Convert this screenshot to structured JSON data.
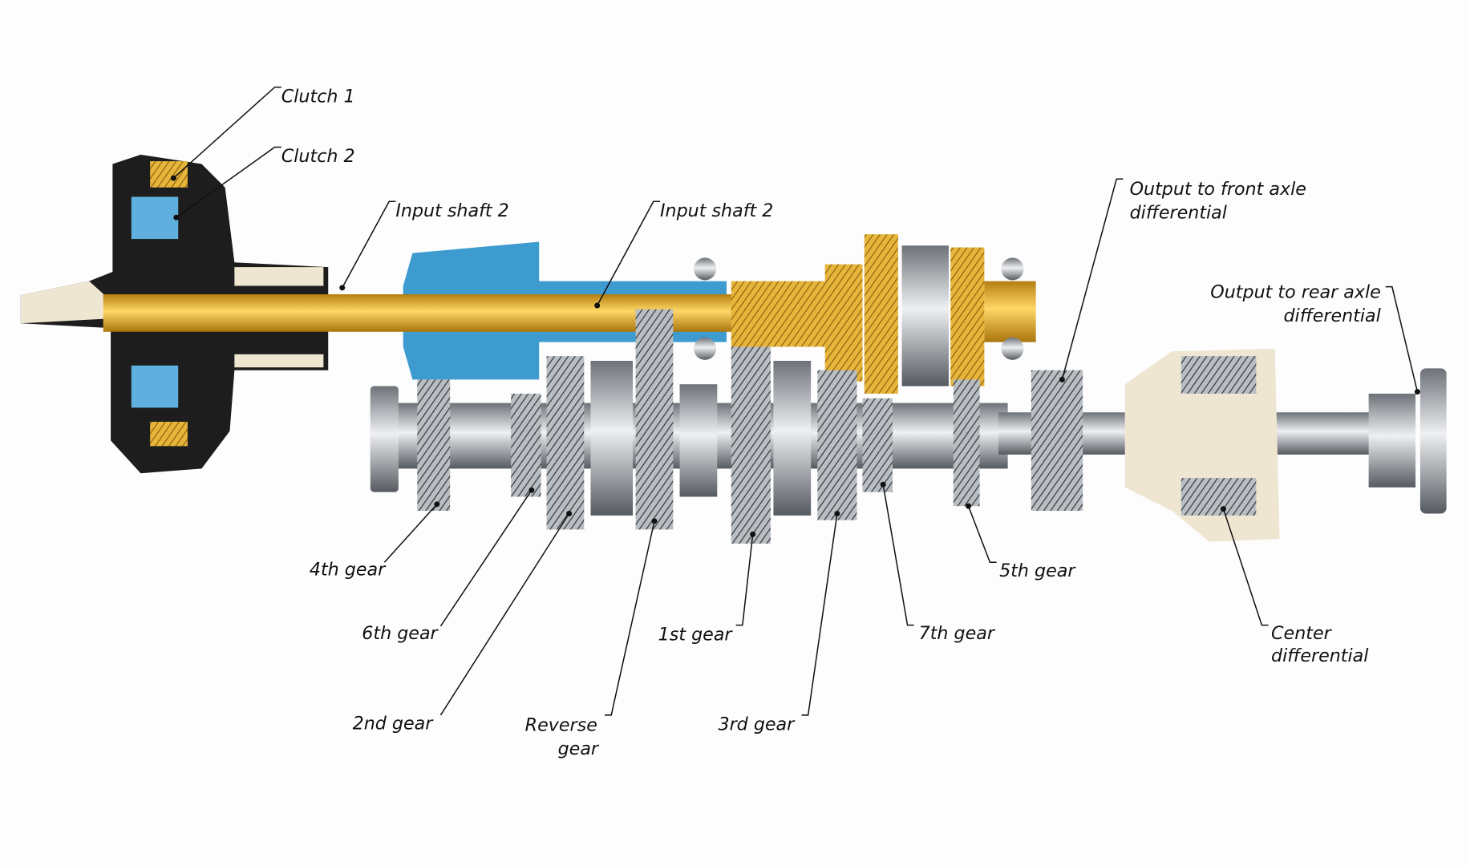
{
  "title": "Dual-clutch transmission cutaway",
  "labels": {
    "clutch1": "Clutch 1",
    "clutch2": "Clutch 2",
    "input_shaft_a": "Input shaft 2",
    "input_shaft_b": "Input shaft 2",
    "front_output_l1": "Output to front axle",
    "front_output_l2": "differential",
    "rear_output_l1": "Output to rear axle",
    "rear_output_l2": "differential",
    "gear4": "4th gear",
    "gear6": "6th gear",
    "gear2": "2nd gear",
    "reverse_l1": "Reverse",
    "reverse_l2": "gear",
    "gear1": "1st gear",
    "gear3": "3rd gear",
    "gear7": "7th gear",
    "gear5": "5th gear",
    "center_l1": "Center",
    "center_l2": "differential"
  },
  "colors": {
    "gold": "#e0a823",
    "blue": "#3d9bd0",
    "steel": "#9aa0a6",
    "dark": "#1c1c1c",
    "cream": "#efe6d2"
  }
}
